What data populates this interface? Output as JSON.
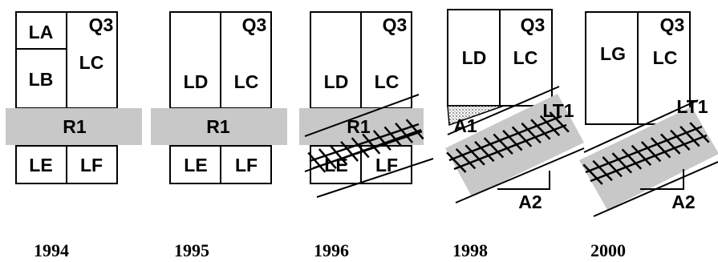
{
  "panels": [
    {
      "year": "1994",
      "labels": {
        "la": "LA",
        "lb": "LB",
        "q3": "Q3",
        "lc": "LC",
        "r1": "R1",
        "le": "LE",
        "lf": "LF"
      }
    },
    {
      "year": "1995",
      "labels": {
        "ld": "LD",
        "q3": "Q3",
        "lc": "LC",
        "r1": "R1",
        "le": "LE",
        "lf": "LF"
      }
    },
    {
      "year": "1996",
      "labels": {
        "ld": "LD",
        "q3": "Q3",
        "lc": "LC",
        "r1": "R1",
        "le": "LE",
        "lf": "LF"
      }
    },
    {
      "year": "1998",
      "labels": {
        "ld": "LD",
        "q3": "Q3",
        "lc": "LC",
        "a1": "A1",
        "lt1": "LT1",
        "a2": "A2"
      }
    },
    {
      "year": "2000",
      "labels": {
        "lg": "LG",
        "q3": "Q3",
        "lc": "LC",
        "lt1": "LT1",
        "a2": "A2"
      }
    }
  ],
  "colors": {
    "road": "#c8c8c8",
    "line": "#000000",
    "background": "#ffffff"
  }
}
